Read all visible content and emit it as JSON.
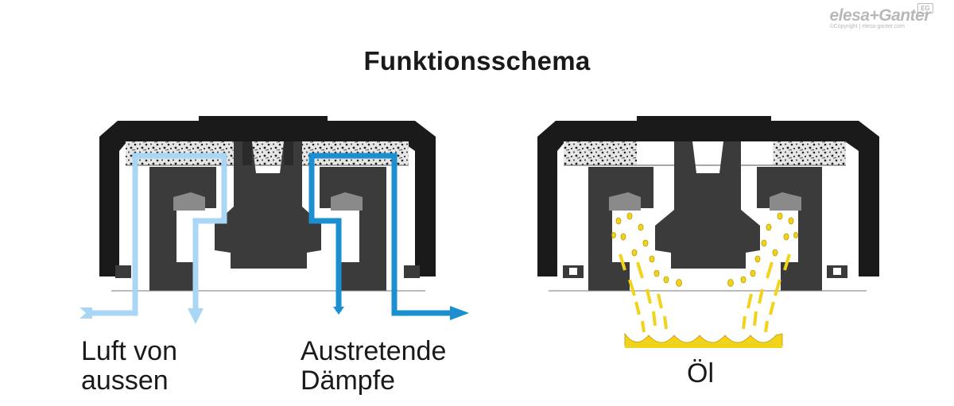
{
  "title": "Funktionsschema",
  "logo": {
    "brand": "elesa+Ganter",
    "copyright": "©Copyright | elesa-ganter.com",
    "badge": "EG"
  },
  "labels": {
    "air_in": [
      "Luft von",
      "aussen"
    ],
    "vapour_out": [
      "Austretende",
      "Dämpfe"
    ],
    "oil": "Öl"
  },
  "colors": {
    "housing": "#1a1a1a",
    "inner_part": "#3b3b3b",
    "seal": "#8a8a8a",
    "air_in_arrow": "#a9d6f5",
    "vapour_arrow": "#1b8fcf",
    "oil": "#f2d31b"
  }
}
